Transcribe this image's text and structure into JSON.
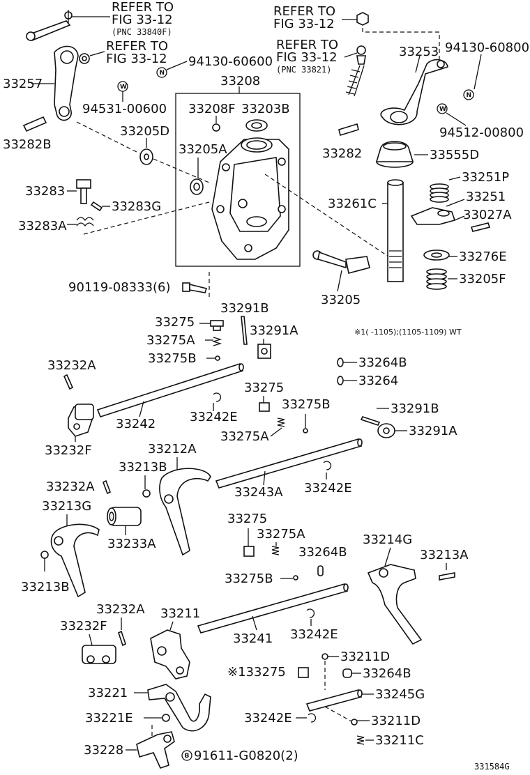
{
  "refs": {
    "r1_l1": "REFER TO",
    "r1_l2": "FIG 33-12",
    "r1_l3": "(PNC 33840F)",
    "r2_l1": "REFER TO",
    "r2_l2": "FIG 33-12",
    "r3_l1": "REFER TO",
    "r3_l2": "FIG 33-12",
    "r4_l1": "REFER TO",
    "r4_l2": "FIG 33-12",
    "r4_l3": "(PNC 33821)"
  },
  "labels": {
    "p33257": "33257",
    "p94130_60600": "94130-60600",
    "p33208": "33208",
    "p94531_00600": "94531-00600",
    "p33208F": "33208F",
    "p33203B": "33203B",
    "p33282B": "33282B",
    "p33205D": "33205D",
    "p33205A": "33205A",
    "p33283": "33283",
    "p33283G": "33283G",
    "p33283A": "33283A",
    "p90119": "90119-08333(6)",
    "p33253": "33253",
    "p94130_60800": "94130-60800",
    "p94512_00800": "94512-00800",
    "p33282": "33282",
    "p33555D": "33555D",
    "p33251P": "33251P",
    "p33251": "33251",
    "p33261C": "33261C",
    "p33027A": "33027A",
    "p33276E": "33276E",
    "p33205F": "33205F",
    "p33205": "33205",
    "p33291B_a": "33291B",
    "p33275_a": "33275",
    "p33291A_a": "33291A",
    "p33275A_a": "33275A",
    "p33275B_a": "33275B",
    "note_wt": "※1(    -1105);(1105-1109) WT",
    "p33264B_a": "33264B",
    "p33264_a": "33264",
    "p33232A_a": "33232A",
    "p33242": "33242",
    "p33232F_a": "33232F",
    "p33275_b": "33275",
    "p33242E_a": "33242E",
    "p33275B_b": "33275B",
    "p33275A_b": "33275A",
    "p33291B_b": "33291B",
    "p33291A_b": "33291A",
    "p33212A": "33212A",
    "p33213B_a": "33213B",
    "p33232A_b": "33232A",
    "p33243A": "33243A",
    "p33242E_b": "33242E",
    "p33213G": "33213G",
    "p33233A": "33233A",
    "p33213B_b": "33213B",
    "p33275_c": "33275",
    "p33275A_c": "33275A",
    "p33264B_b": "33264B",
    "p33275B_c": "33275B",
    "p33214G": "33214G",
    "p33213A": "33213A",
    "p33232A_c": "33232A",
    "p33211": "33211",
    "p33232F_b": "33232F",
    "p33241": "33241",
    "p33242E_c": "33242E",
    "p33211D_a": "33211D",
    "p33275_d": "※133275",
    "p33264B_c": "33264B",
    "p33221": "33221",
    "p33245G": "33245G",
    "p33221E": "33221E",
    "p33242E_d": "33242E",
    "p33211D_b": "33211D",
    "p33228": "33228",
    "p33211C": "33211C",
    "p91611": "91611-G0820(2)",
    "figno": "331584G"
  },
  "symbols": {
    "N": "N",
    "W": "W",
    "B": "B"
  }
}
